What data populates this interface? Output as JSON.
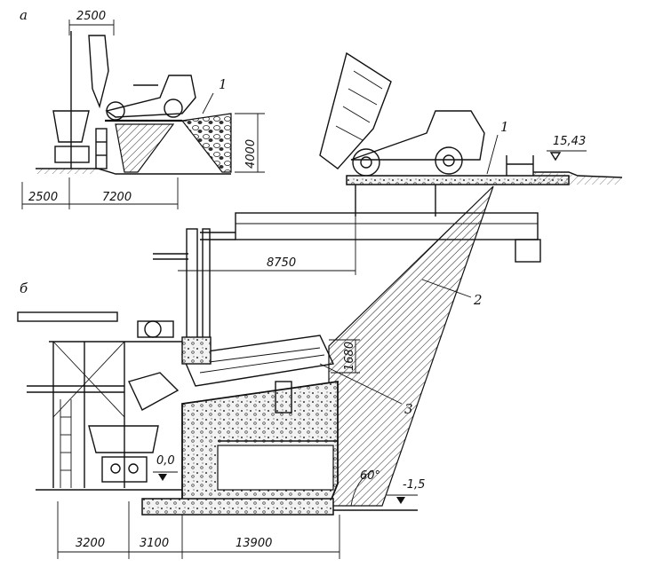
{
  "labels": {
    "view_a": "а",
    "view_b": "б",
    "callout_1a": "1",
    "callout_1b": "1",
    "callout_2": "2",
    "callout_3": "3"
  },
  "dimensions": {
    "d_2500_top": "2500",
    "d_2500_bottom": "2500",
    "d_7200": "7200",
    "d_4000": "4000",
    "d_15_43": "15,43",
    "d_8750": "8750",
    "d_1680": "1680",
    "d_0_0": "0,0",
    "d_minus_1_5": "-1,5",
    "d_60deg": "60°",
    "d_3200": "3200",
    "d_3100": "3100",
    "d_13900": "13900"
  }
}
